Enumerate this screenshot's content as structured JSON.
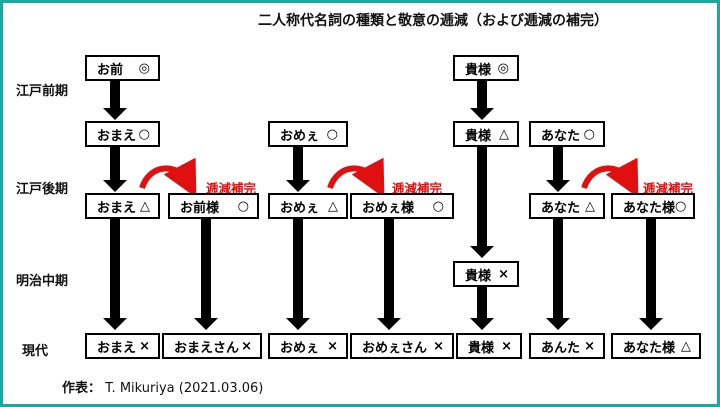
{
  "title": "二人称代名詞の種類と敬意の逓減（および逓減の補完）",
  "rows": {
    "edo_early": "江戸前期",
    "edo_late": "江戸後期",
    "meiji": "明治中期",
    "modern": "現代"
  },
  "nodes": {
    "omae_early": {
      "word": "お前",
      "mark": "◎"
    },
    "kisama_early": {
      "word": "貴様",
      "mark": "◎"
    },
    "omae_late": {
      "word": "おまえ",
      "mark": "○"
    },
    "omee_late": {
      "word": "おめぇ",
      "mark": "○"
    },
    "kisama_late": {
      "word": "貴様",
      "mark": "△"
    },
    "anata_late": {
      "word": "あなた",
      "mark": "○"
    },
    "omae_late2": {
      "word": "おまえ",
      "mark": "△"
    },
    "omaesama": {
      "word": "お前様",
      "mark": "○"
    },
    "omee_late2": {
      "word": "おめぇ",
      "mark": "△"
    },
    "omeesama": {
      "word": "おめぇ様",
      "mark": "○"
    },
    "anata_late2": {
      "word": "あなた",
      "mark": "△"
    },
    "anatasama_late": {
      "word": "あなた様",
      "mark": "○"
    },
    "kisama_meiji": {
      "word": "貴様",
      "mark": "×"
    },
    "omae_mod": {
      "word": "おまえ",
      "mark": "×"
    },
    "omaesan_mod": {
      "word": "おまえさん",
      "mark": "×"
    },
    "omee_mod": {
      "word": "おめぇ",
      "mark": "×"
    },
    "omeesan_mod": {
      "word": "おめぇさん",
      "mark": "×"
    },
    "kisama_mod": {
      "word": "貴様",
      "mark": "×"
    },
    "anta_mod": {
      "word": "あんた",
      "mark": "×"
    },
    "anatasama_mod": {
      "word": "あなた様",
      "mark": "△"
    }
  },
  "complement_label": "逓減補完",
  "credit": {
    "label": "作表：",
    "text": "T. Mikuriya (2021.03.06)"
  },
  "colors": {
    "frame": "#1aa9a0",
    "accent_red": "#e01010",
    "arrow": "#000000"
  }
}
